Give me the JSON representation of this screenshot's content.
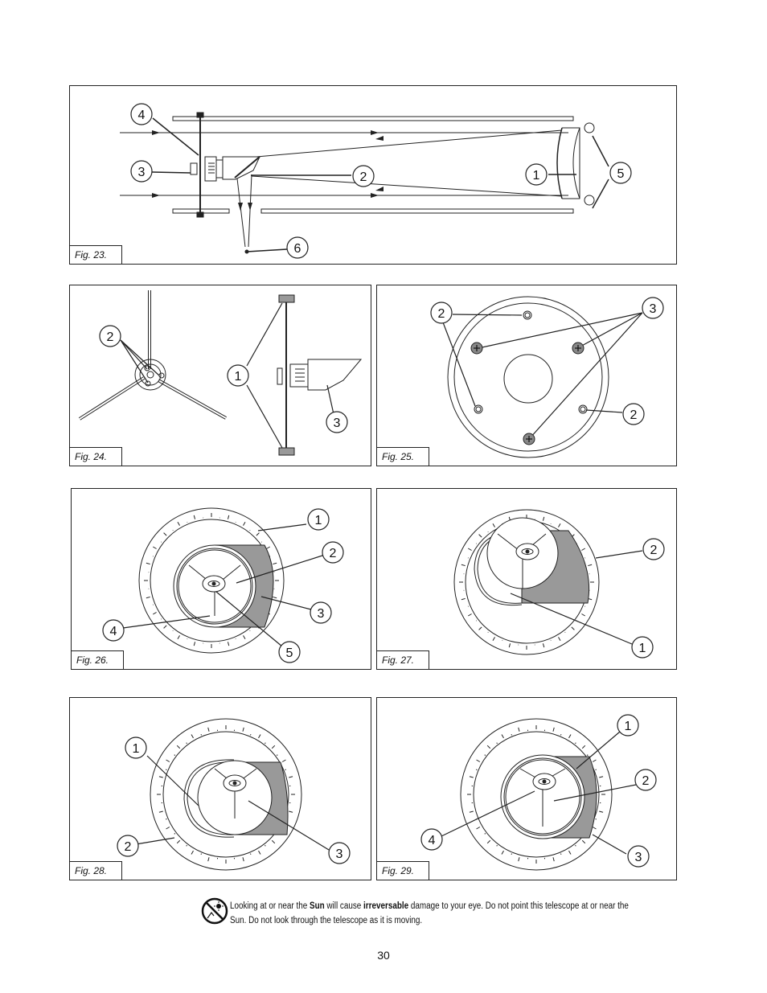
{
  "figures": {
    "fig23": {
      "label": "Fig. 23.",
      "callouts": [
        "4",
        "3",
        "2",
        "1",
        "5",
        "6"
      ]
    },
    "fig24": {
      "label": "Fig. 24.",
      "callouts": [
        "2",
        "1",
        "3"
      ]
    },
    "fig25": {
      "label": "Fig. 25.",
      "callouts": [
        "2",
        "3",
        "2"
      ]
    },
    "fig26": {
      "label": "Fig. 26.",
      "callouts": [
        "1",
        "2",
        "3",
        "4",
        "5"
      ]
    },
    "fig27": {
      "label": "Fig. 27.",
      "callouts": [
        "2",
        "1"
      ]
    },
    "fig28": {
      "label": "Fig. 28.",
      "callouts": [
        "1",
        "2",
        "3"
      ]
    },
    "fig29": {
      "label": "Fig. 29.",
      "callouts": [
        "1",
        "2",
        "4",
        "3"
      ]
    }
  },
  "warning": {
    "part1": "Looking at or near the ",
    "sun": "Sun",
    "part2": " will cause ",
    "irreversable": "irreversable",
    "part3": " damage to your eye. Do not point this telescope at or near the",
    "line2": "Sun. Do not look through the telescope as it is moving.",
    "icon": "no-sun-icon"
  },
  "page_number": "30"
}
